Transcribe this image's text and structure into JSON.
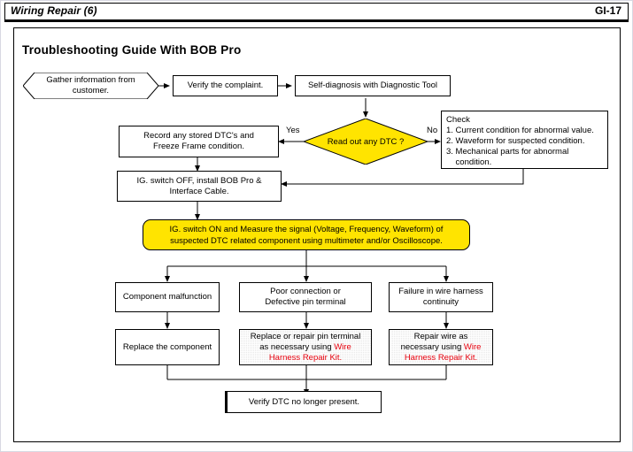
{
  "header": {
    "title": "Wiring Repair (6)",
    "page_ref": "GI-17"
  },
  "diagram": {
    "title": "Troubleshooting Guide With BOB Pro",
    "colors": {
      "decision_fill": "#ffe400",
      "banner_fill": "#ffe400",
      "screened_fill": "#e9e9e9",
      "highlight_text": "#e8000d",
      "line": "#000000"
    },
    "nodes": {
      "gather": {
        "shape": "hexagon",
        "line1": "Gather information from",
        "line2": "customer."
      },
      "verify_complaint": {
        "shape": "process",
        "label": "Verify the complaint."
      },
      "self_diagnosis": {
        "shape": "process",
        "label": "Self-diagnosis with Diagnostic Tool"
      },
      "decision_dtc": {
        "shape": "decision",
        "label": "Read out any DTC ?",
        "yes_label": "Yes",
        "no_label": "No"
      },
      "record_dtc": {
        "shape": "process",
        "line1": "Record any stored DTC's and",
        "line2": "Freeze Frame condition."
      },
      "check_box": {
        "shape": "process",
        "heading": "Check",
        "items": [
          "1. Current condition for abnormal value.",
          "2. Waveform for suspected condition.",
          "3. Mechanical parts for abnormal",
          "    condition."
        ]
      },
      "ig_off": {
        "shape": "process",
        "line1": "IG. switch OFF, install BOB Pro &",
        "line2": "Interface Cable."
      },
      "ig_on_banner": {
        "shape": "banner",
        "line1": "IG. switch ON and Measure the signal (Voltage, Frequency, Waveform) of",
        "line2": "suspected DTC related component using multimeter and/or Oscilloscope."
      },
      "component_malfunction": {
        "shape": "process",
        "label": "Component malfunction"
      },
      "poor_connection": {
        "shape": "process",
        "line1": "Poor connection or",
        "line2": "Defective pin terminal"
      },
      "wire_harness_failure": {
        "shape": "process",
        "line1": "Failure in wire harness",
        "line2": "continuity"
      },
      "replace_component": {
        "shape": "process",
        "label": "Replace the component"
      },
      "replace_pin_terminal": {
        "shape": "process-screened",
        "line1": "Replace or repair pin terminal",
        "line2_plain": "as necessary using ",
        "line2_highlight": "Wire",
        "line3_highlight": "Harness Repair Kit."
      },
      "repair_wire": {
        "shape": "process-screened",
        "line1": "Repair wire as",
        "line2_plain": "necessary using ",
        "line2_highlight": "Wire",
        "line3_highlight": "Harness Repair Kit."
      },
      "verify_dtc_gone": {
        "shape": "process",
        "label": "Verify DTC no longer present."
      }
    }
  }
}
